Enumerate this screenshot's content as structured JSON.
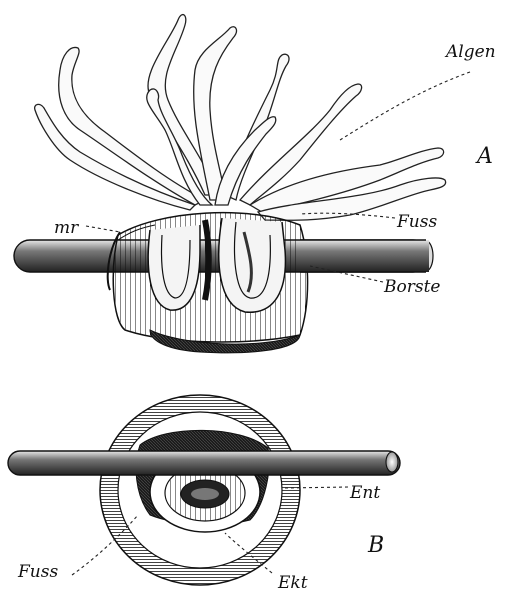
{
  "figure": {
    "panel_a": {
      "label": "A",
      "labels": {
        "algen": "Algen",
        "fuss": "Fuss",
        "mr": "mr",
        "borste": "Borste"
      }
    },
    "panel_b": {
      "label": "B",
      "labels": {
        "ent": "Ent",
        "fuss": "Fuss",
        "ekt": "Ekt"
      }
    }
  }
}
